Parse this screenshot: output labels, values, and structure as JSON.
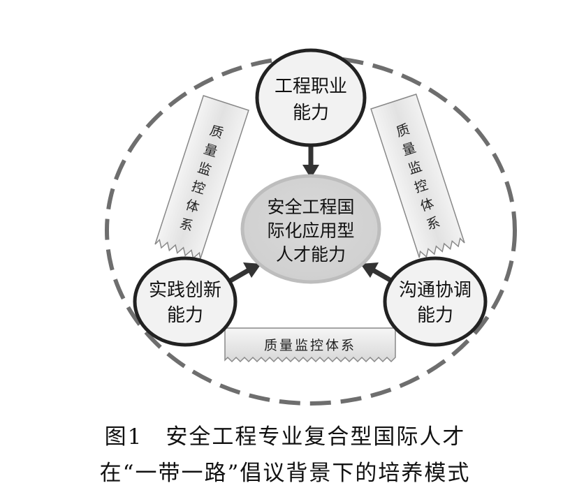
{
  "nodes": {
    "top": {
      "line1": "工程职业",
      "line2": "能力"
    },
    "left": {
      "line1": "实践创新",
      "line2": "能力"
    },
    "right": {
      "line1": "沟通协调",
      "line2": "能力"
    }
  },
  "center": {
    "line1": "安全工程国",
    "line2": "际化应用型",
    "line3": "人才能力"
  },
  "banners": {
    "left": [
      "质",
      "量",
      "监",
      "控",
      "体",
      "系"
    ],
    "right": [
      "质",
      "量",
      "监",
      "控",
      "体",
      "系"
    ],
    "bottom": "质量监控体系"
  },
  "caption": {
    "line1": "图1　安全工程专业复合型国际人才",
    "line2": "在“一带一路”倡议背景下的培养模式"
  }
}
